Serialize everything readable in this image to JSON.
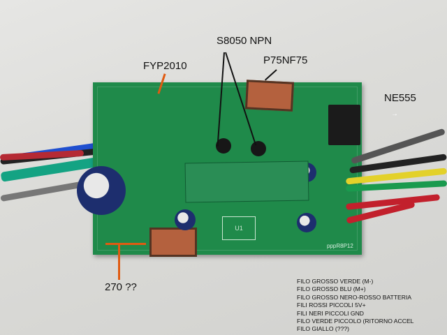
{
  "image": {
    "description": "Photo of a green circuit board with annotated components and colored wires",
    "board_marking": "pppR8P12",
    "silkscreen": {
      "u1": "U1"
    }
  },
  "annotations": {
    "fyp2010": "FYP2010",
    "s8050": "S8050 NPN",
    "p75nf75": "P75NF75",
    "ne555": "NE555",
    "r270": "270 ??"
  },
  "legend": {
    "lines": [
      "FILO GROSSO VERDE (M-)",
      "FILO GROSSO BLU (M+)",
      "FILO GROSSO NERO-ROSSO BATTERIA",
      "FILI ROSSI PICCOLI 5V+",
      "FILI NERI PICCOLI GND",
      "FILO VERDE PICCOLO (RITORNO ACCEL",
      "FILO GIALLO (???)"
    ]
  },
  "colors": {
    "pcb": "#1f8a4a",
    "annotation_line": "#111111",
    "orange_marker": "#e05b12"
  }
}
